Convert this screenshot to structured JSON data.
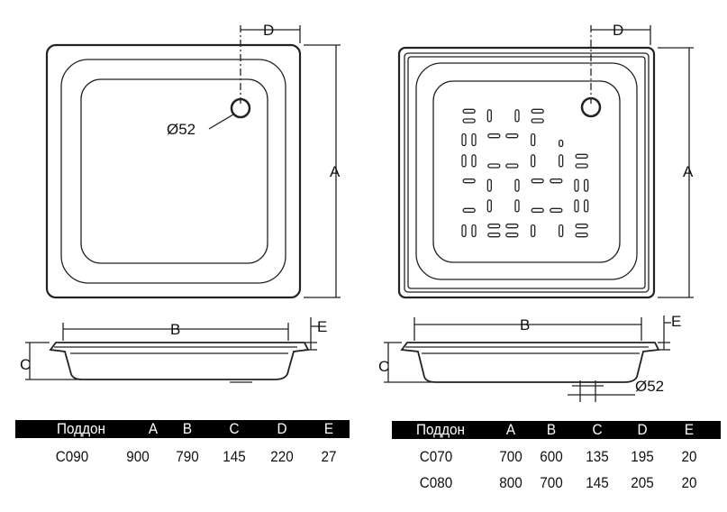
{
  "labels": {
    "A": "A",
    "B": "B",
    "C": "C",
    "D": "D",
    "E": "E",
    "diameter": "Ø52"
  },
  "table_left": {
    "headers": [
      "Поддон",
      "A",
      "B",
      "C",
      "D",
      "E"
    ],
    "rows": [
      [
        "C090",
        "900",
        "790",
        "145",
        "220",
        "27"
      ]
    ]
  },
  "table_right": {
    "headers": [
      "Поддон",
      "A",
      "B",
      "C",
      "D",
      "E"
    ],
    "rows": [
      [
        "C070",
        "700",
        "600",
        "135",
        "195",
        "20"
      ],
      [
        "C080",
        "800",
        "700",
        "145",
        "205",
        "20"
      ]
    ]
  }
}
